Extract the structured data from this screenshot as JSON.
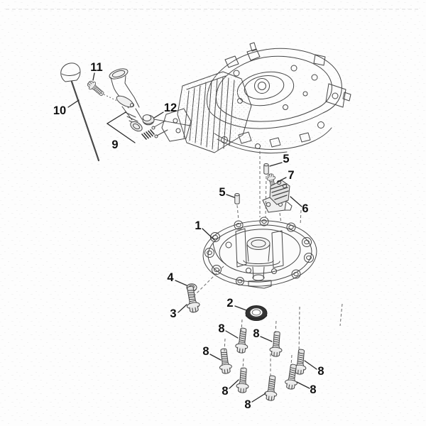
{
  "page": {
    "background_color": "#fdfdfd",
    "texture": "faint-scan-noise",
    "top_rule_visible": true
  },
  "diagram": {
    "type": "exploded-parts-view",
    "colors": {
      "line": "#474747",
      "callout_text": "#111111",
      "leader": "#2b2b2b",
      "dashed_guide": "#6a6a6a",
      "seal_dark": "#343434",
      "metal_fill": "#e7e7e7",
      "background": "#fdfdfd"
    },
    "callouts": {
      "1": "1",
      "2": "2",
      "3": "3",
      "4": "4",
      "5": "5",
      "6": "6",
      "7": "7",
      "8": "8",
      "9": "9",
      "10": "10",
      "11": "11",
      "12": "12"
    }
  }
}
